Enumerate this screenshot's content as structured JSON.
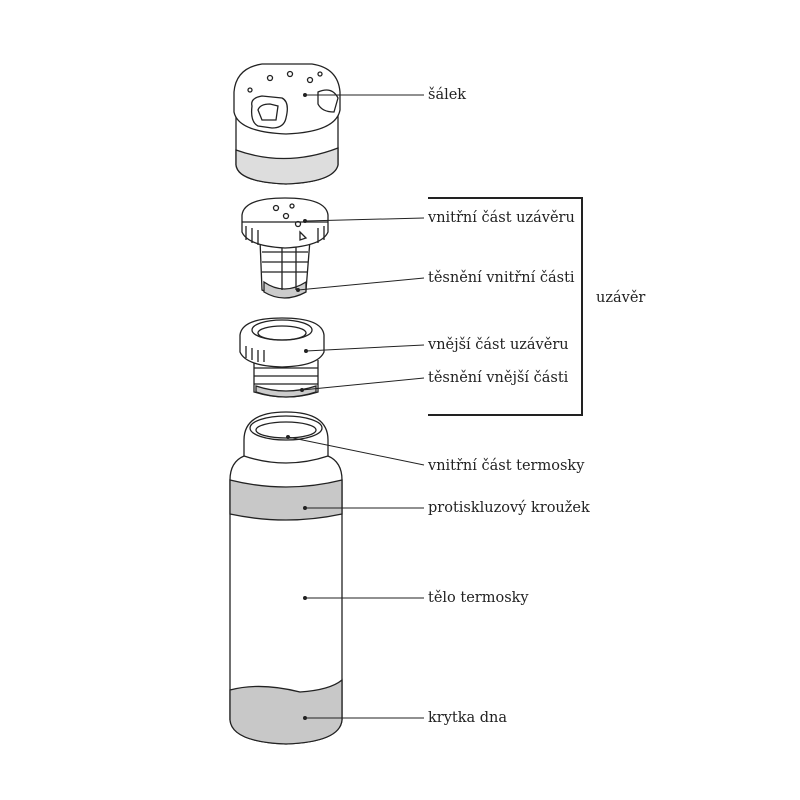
{
  "labels": {
    "cup": "šálek",
    "inner_cap": "vnitřní část uzávěru",
    "inner_seal": "těsnění vnitřní části",
    "closure_group": "uzávěr",
    "outer_cap": "vnější část uzávěru",
    "outer_seal": "těsnění vnější části",
    "inner_flask": "vnitřní část termosky",
    "grip_ring": "protiskluzový kroužek",
    "body": "tělo termosky",
    "bottom_cover": "krytka dna"
  },
  "colors": {
    "line": "#222222",
    "grey_band": "#c8c8c8"
  }
}
